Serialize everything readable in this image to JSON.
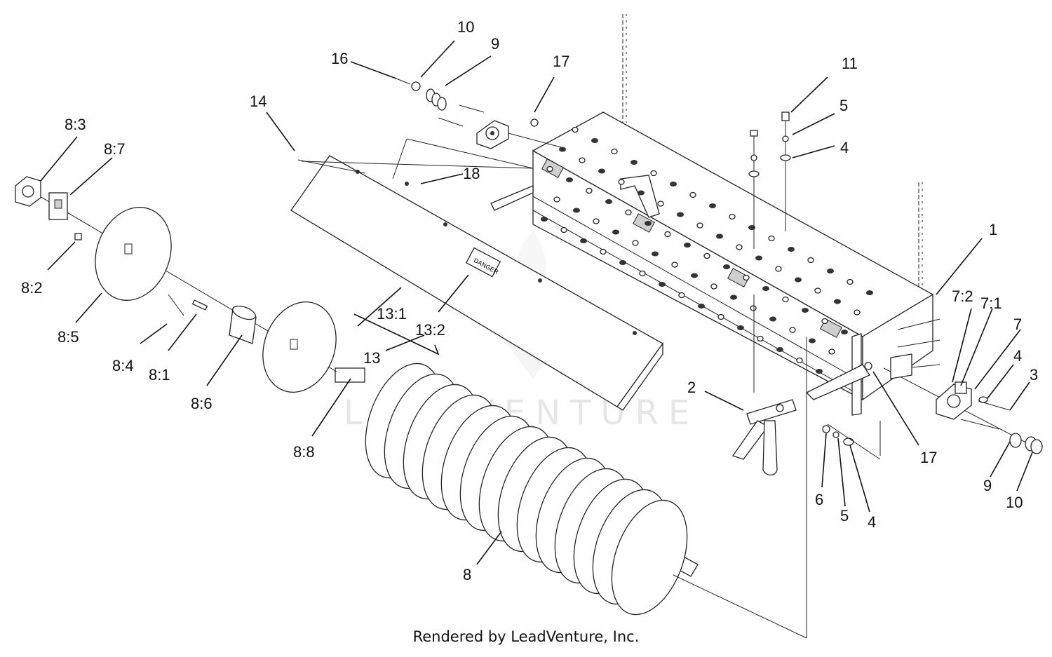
{
  "footer": "Rendered by LeadVenture, Inc.",
  "watermark": "LEADVENTURE",
  "decal_text": "DANGER",
  "callouts": [
    "1",
    "2",
    "3",
    "4",
    "4",
    "4",
    "5",
    "5",
    "6",
    "7",
    "7:1",
    "7:2",
    "8",
    "8:1",
    "8:2",
    "8:3",
    "8:4",
    "8:5",
    "8:6",
    "8:7",
    "8:8",
    "9",
    "9",
    "10",
    "10",
    "11",
    "13",
    "13:1",
    "13:2",
    "14",
    "16",
    "17",
    "17",
    "18"
  ]
}
